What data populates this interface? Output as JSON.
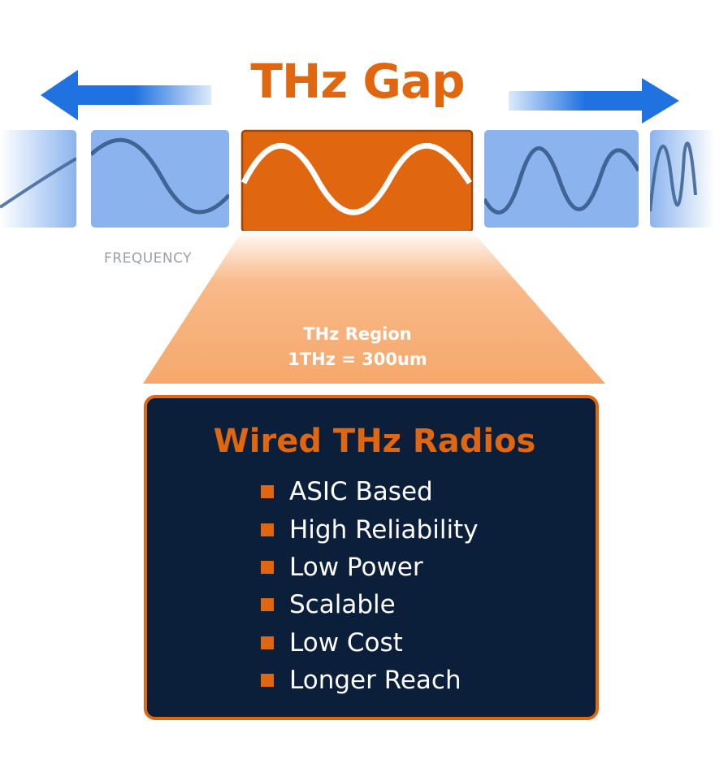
{
  "title": "THz Gap",
  "frequency_label": "FREQUENCY",
  "region": {
    "line1": "THz Region",
    "line2": "1THz = 300um"
  },
  "radios": {
    "title": "Wired THz Radios",
    "features": [
      "ASIC Based",
      "High Reliability",
      "Low Power",
      "Scalable",
      "Low Cost",
      "Longer Reach"
    ]
  },
  "colors": {
    "orange": "#e0670f",
    "orange_light": "#f6a86b",
    "blue_arrow": "#1f72e0",
    "blue_tile": "#8bb4ee",
    "wave_dark": "#3f6597",
    "navy": "#0b1f3b",
    "white": "#ffffff"
  },
  "icons": {
    "left_arrow": "arrow-left-icon",
    "right_arrow": "arrow-right-icon",
    "bullet": "square-bullet-icon"
  }
}
